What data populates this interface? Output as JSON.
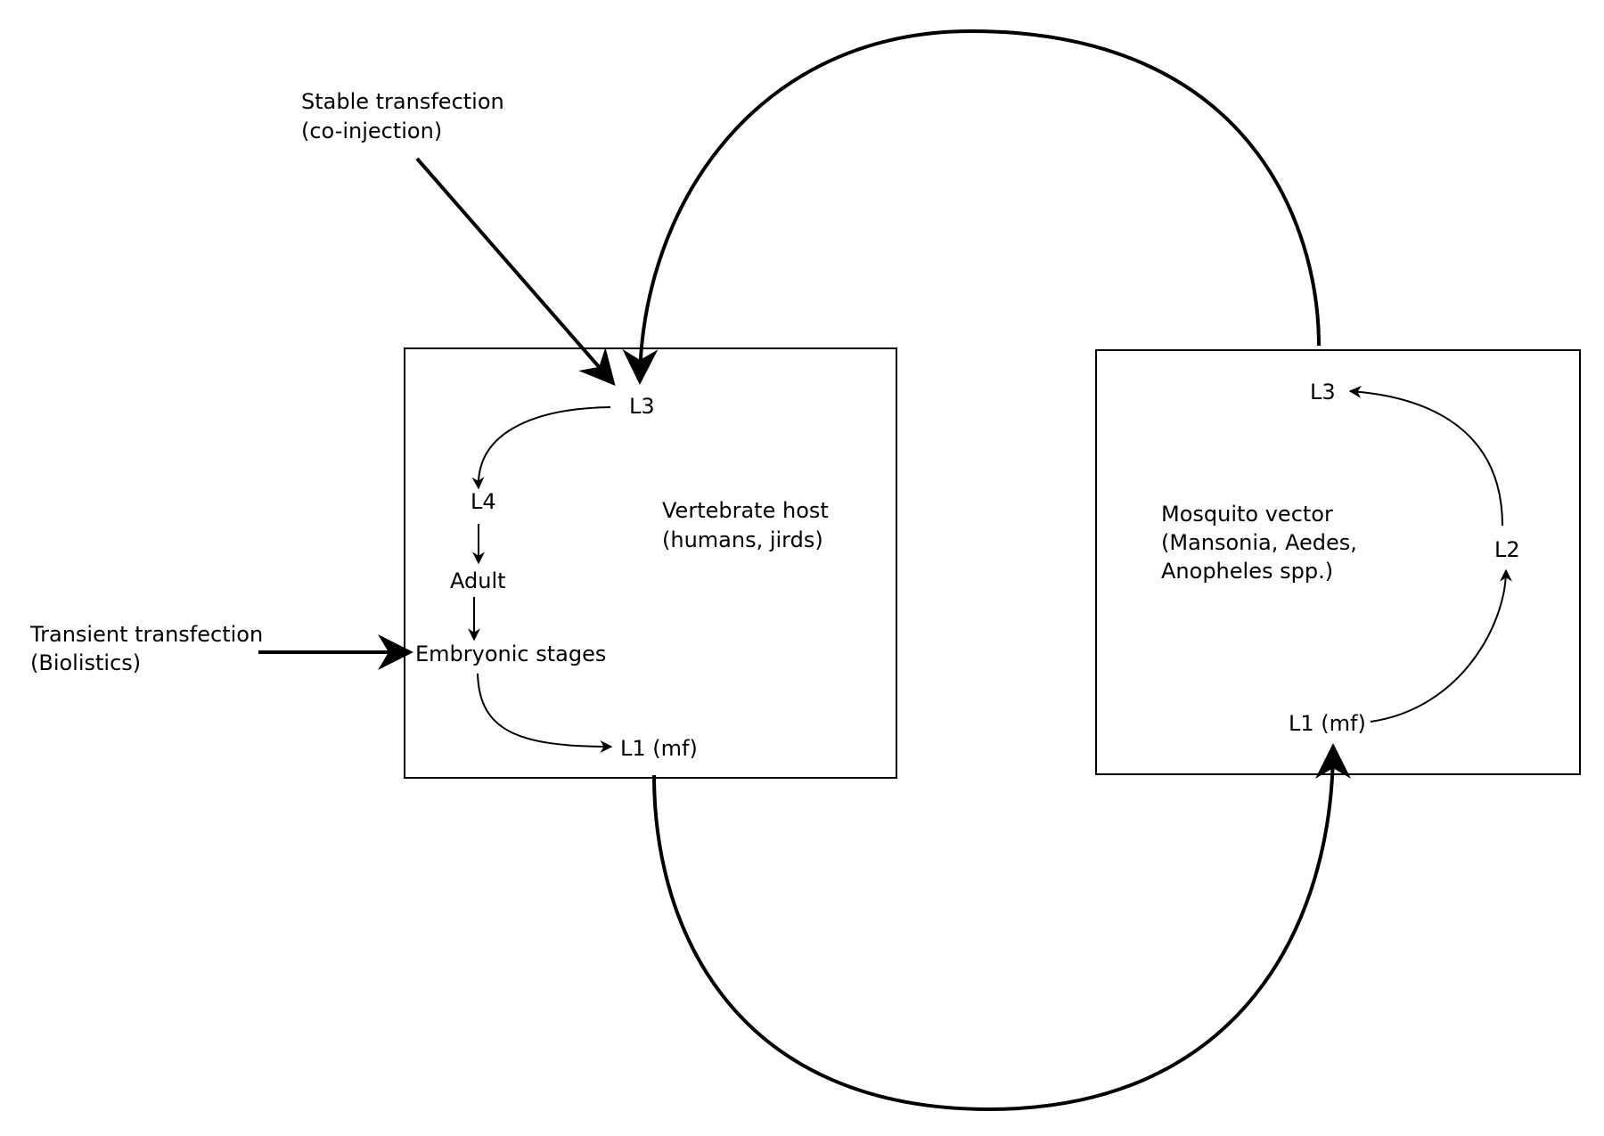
{
  "host": {
    "title_line1": "Vertebrate host",
    "title_line2": "(humans, jirds)",
    "stages": {
      "l3": "L3",
      "l4": "L4",
      "adult": "Adult",
      "embryonic": "Embryonic stages",
      "l1": "L1 (mf)"
    }
  },
  "vector": {
    "title_line1": "Mosquito vector",
    "title_line2": "(Mansonia, Aedes,",
    "title_line3": "Anopheles spp.)",
    "stages": {
      "l3": "L3",
      "l2": "L2",
      "l1": "L1 (mf)"
    }
  },
  "interventions": {
    "stable_line1": "Stable transfection",
    "stable_line2": "(co-injection)",
    "transient_line1": "Transient transfection",
    "transient_line2": "(Biolistics)"
  }
}
